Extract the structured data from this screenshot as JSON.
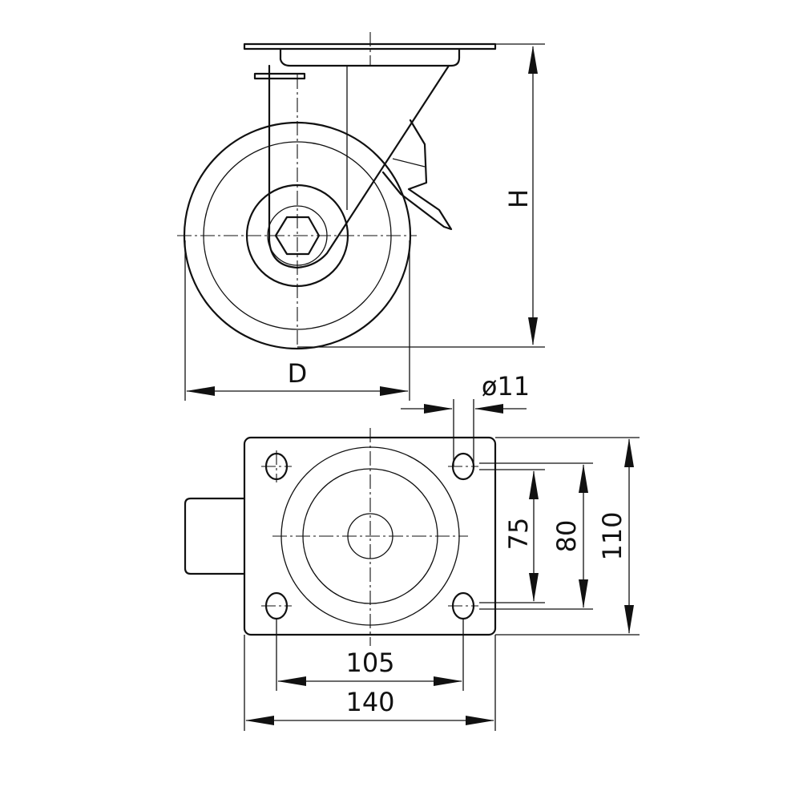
{
  "side_view": {
    "height_label": "H",
    "diameter_label": "D"
  },
  "top_view": {
    "hole_diameter_label": "ø11",
    "hole_spacing_x_label": "105",
    "plate_width_label": "140",
    "hole_spacing_y_a_label": "75",
    "hole_spacing_y_b_label": "80",
    "plate_length_label": "110"
  },
  "colors": {
    "line": "#111111",
    "background": "#ffffff"
  }
}
